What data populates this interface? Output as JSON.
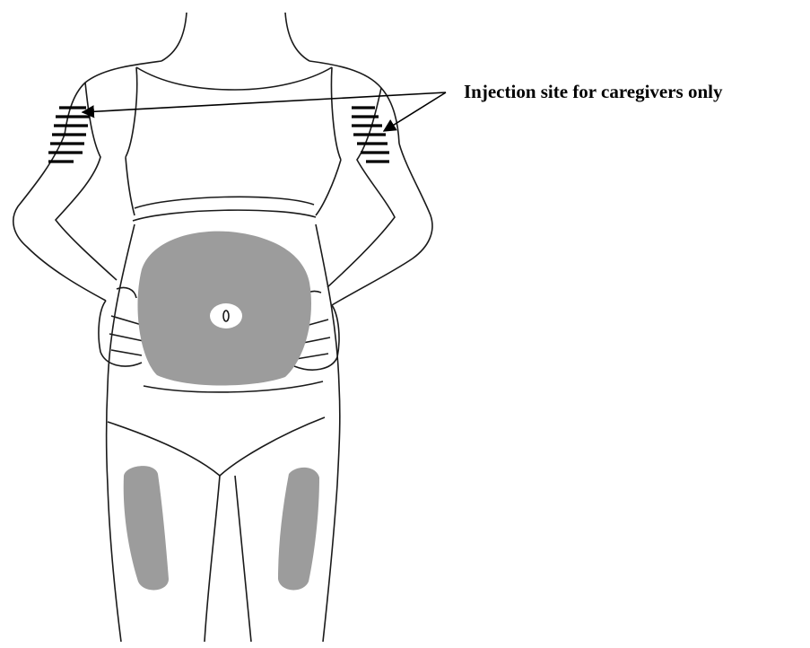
{
  "annotation": {
    "label": "Injection site for caregivers only"
  },
  "colors": {
    "outline": "#1a1a1a",
    "site_fill": "#9c9c9c",
    "stripe": "#000000",
    "background": "#ffffff"
  },
  "injection_sites": [
    {
      "name": "abdomen",
      "style": "shaded-gray"
    },
    {
      "name": "left-thigh",
      "style": "shaded-gray"
    },
    {
      "name": "right-thigh",
      "style": "shaded-gray"
    },
    {
      "name": "left-upper-arm",
      "style": "striped",
      "caregivers_only": true
    },
    {
      "name": "right-upper-arm",
      "style": "striped",
      "caregivers_only": true
    }
  ]
}
